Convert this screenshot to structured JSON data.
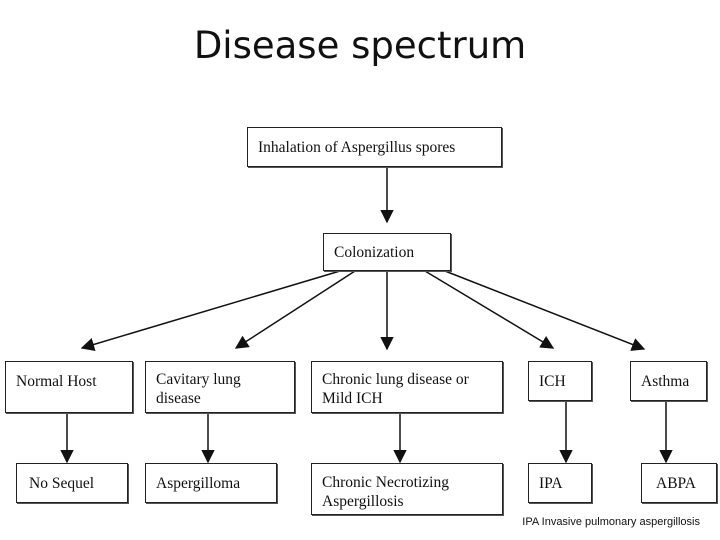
{
  "title": "Disease spectrum",
  "nodes": {
    "root": "Inhalation of Aspergillus spores",
    "colonization": "Colonization",
    "normal_host": "Normal Host",
    "cavitary": "Cavitary lung disease",
    "chronic_lung": "Chronic lung disease or Mild ICH",
    "ich": "ICH",
    "asthma": "Asthma",
    "no_sequel": "No Sequel",
    "aspergilloma": "Aspergilloma",
    "cna": "Chronic Necrotizing Aspergillosis",
    "ipa": "IPA",
    "abpa": "ABPA"
  },
  "footnote": "IPA Invasive pulmonary aspergillosis"
}
